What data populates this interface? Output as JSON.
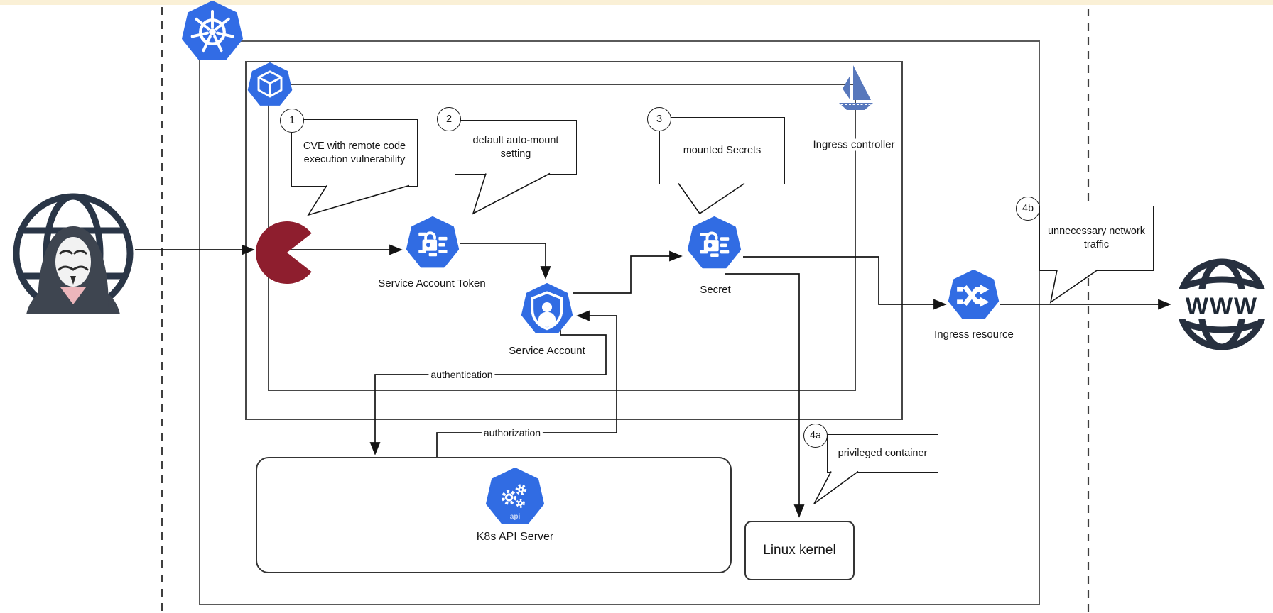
{
  "colors": {
    "top_band": "#FAF0D6",
    "k8s_blue": "#326CE5",
    "icon_blue": "#316CE3",
    "sail_blue": "#5878BC",
    "pacman_red": "#8E1E2E",
    "attacker_navy": "#2A3647",
    "line_black": "#141414"
  },
  "icons": {
    "kubernetes-logo": "blue heptagon with white helm wheel",
    "pod": "blue heptagon with white cube",
    "secret": "blue heptagon with white lock and dashes",
    "service-account": "blue heptagon with white shield user",
    "api-server": "blue heptagon with white gears and api text",
    "ingress-resource": "blue heptagon with white crossing arrows",
    "ingress-controller": "blue sailboat",
    "attacker": "globe with anonymous-mask hacker",
    "compromised-container": "dark red pac-man shape",
    "www": "globe with WWW text"
  },
  "nodes": {
    "service_account_token": {
      "label": "Service Account Token"
    },
    "service_account": {
      "label": "Service Account"
    },
    "secret": {
      "label": "Secret"
    },
    "ingress_controller": {
      "label": "Ingress controller"
    },
    "ingress_resource": {
      "label": "Ingress resource"
    },
    "api_server": {
      "label": "K8s API Server"
    },
    "linux_kernel": {
      "label": "Linux kernel"
    },
    "www": {
      "label": "WWW"
    }
  },
  "edges": {
    "authentication": "authentication",
    "authorization": "authorization"
  },
  "callouts": [
    {
      "number": "1",
      "text": "CVE with remote code execution vulnerability"
    },
    {
      "number": "2",
      "text": "default auto-mount setting"
    },
    {
      "number": "3",
      "text": "mounted Secrets"
    },
    {
      "number": "4a",
      "text": "privileged container"
    },
    {
      "number": "4b",
      "text": "unnecessary network traffic"
    }
  ]
}
